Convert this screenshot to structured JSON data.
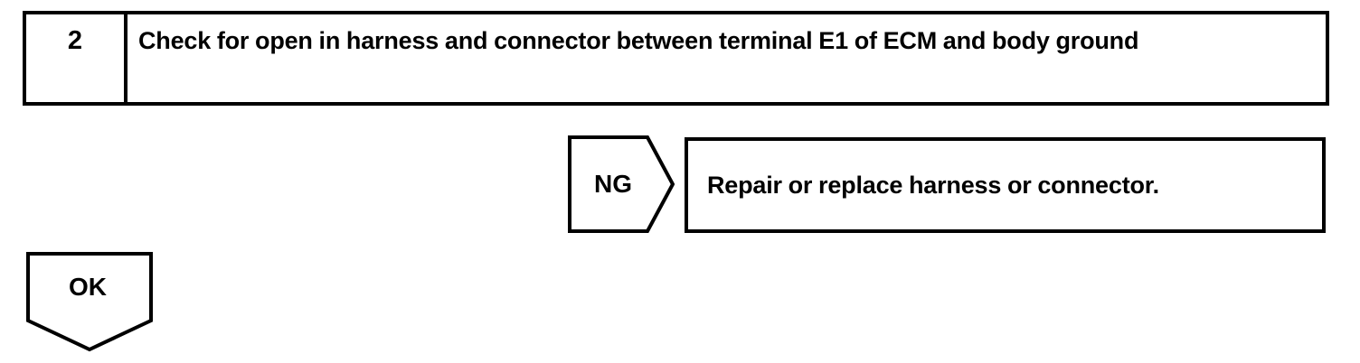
{
  "document": {
    "type": "diagnostic-flow-step"
  },
  "step": {
    "number": "2",
    "instruction": "Check for open in harness and connector between terminal E1 of ECM and body ground"
  },
  "branches": {
    "ng": {
      "label": "NG",
      "shape": "right-arrow-pentagon",
      "result": "Repair or replace harness or connector."
    },
    "ok": {
      "label": "OK",
      "shape": "down-arrow-pentagon"
    }
  },
  "colors": {
    "ink": "#000000",
    "paper": "#ffffff"
  }
}
